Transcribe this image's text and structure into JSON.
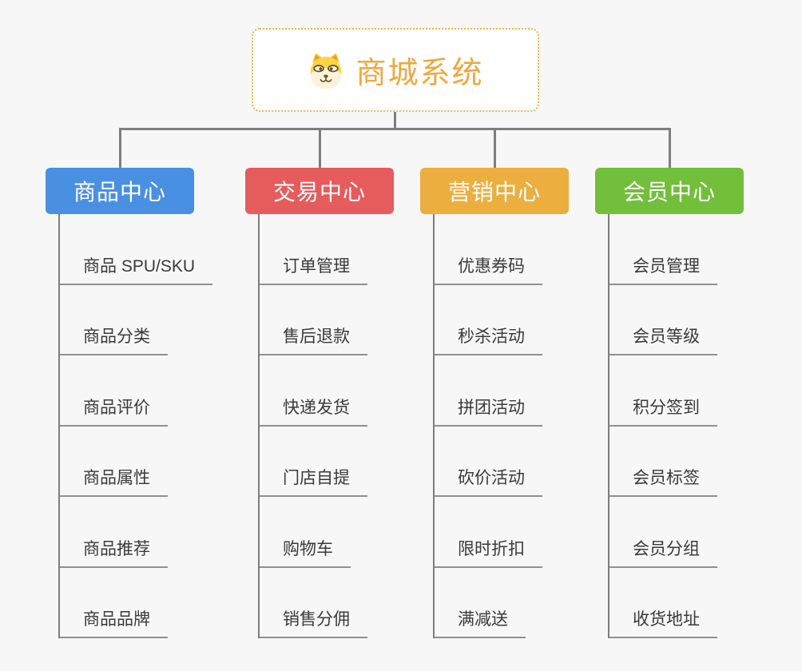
{
  "root": {
    "title": "商城系统",
    "icon": "doge-icon"
  },
  "branches": [
    {
      "label": "商品中心",
      "color": "#4a90e2",
      "items": [
        "商品 SPU/SKU",
        "商品分类",
        "商品评价",
        "商品属性",
        "商品推荐",
        "商品品牌"
      ]
    },
    {
      "label": "交易中心",
      "color": "#e65c5c",
      "items": [
        "订单管理",
        "售后退款",
        "快递发货",
        "门店自提",
        "购物车",
        "销售分佣"
      ]
    },
    {
      "label": "营销中心",
      "color": "#ecae3e",
      "items": [
        "优惠券码",
        "秒杀活动",
        "拼团活动",
        "砍价活动",
        "限时折扣",
        "满减送"
      ]
    },
    {
      "label": "会员中心",
      "color": "#72bf3b",
      "items": [
        "会员管理",
        "会员等级",
        "积分签到",
        "会员标签",
        "会员分组",
        "收货地址"
      ]
    }
  ],
  "colors": {
    "root_accent": "#efa83f",
    "root_border": "#f6b44b",
    "connector_gray": "#7f7f7f",
    "background": "#f7f7f7"
  }
}
